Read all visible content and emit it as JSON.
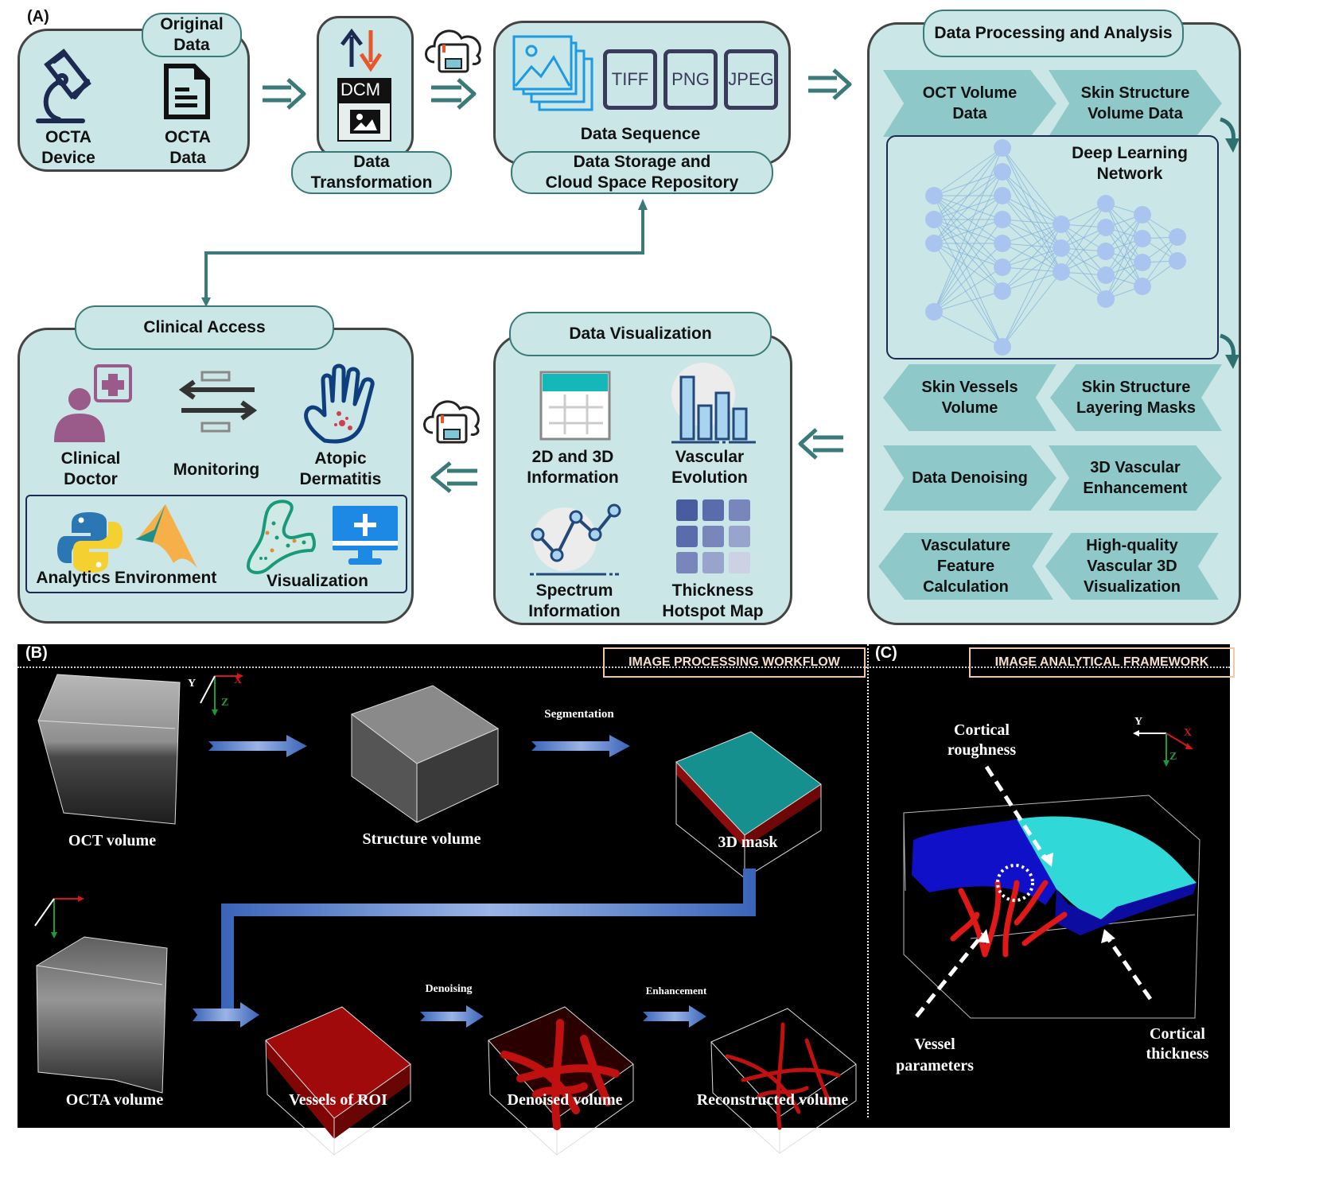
{
  "panel_a": {
    "label": "(A)",
    "original_data": {
      "tag": "Original\nData",
      "device_label": "OCTA\nDevice",
      "data_label": "OCTA\nData"
    },
    "transformation": {
      "file_badge": "DCM",
      "tag": "Data\nTransformation"
    },
    "storage": {
      "formats": [
        "TIFF",
        "PNG",
        "JPEG"
      ],
      "sequence_label": "Data Sequence",
      "tag": "Data Storage and\nCloud Space Repository"
    },
    "processing": {
      "title": "Data Processing and Analysis",
      "steps_row1": [
        "OCT Volume\nData",
        "Skin Structure\nVolume Data"
      ],
      "network_label": "Deep Learning\nNetwork",
      "steps_row2": [
        "Skin Vessels\nVolume",
        "Skin Structure\nLayering  Masks"
      ],
      "steps_row3": [
        "Data Denoising",
        "3D Vascular\nEnhancement"
      ],
      "steps_row4": [
        "Vasculature\nFeature\nCalculation",
        "High-quality\nVascular 3D\nVisualization"
      ]
    },
    "visualization": {
      "title": "Data Visualization",
      "items": [
        "2D and 3D\nInformation",
        "Vascular\nEvolution",
        "Spectrum\nInformation",
        "Thickness\nHotspot Map"
      ]
    },
    "clinical": {
      "title": "Clinical  Access",
      "items": [
        "Clinical\nDoctor",
        "Monitoring",
        "Atopic\nDermatitis"
      ],
      "tools": {
        "analytics": "Analytics",
        "environment": "Environment",
        "visualization": "Visualization"
      }
    },
    "colors": {
      "panel_fill": "#cbe6e6",
      "accent": "#3a7a78",
      "chevron": "#8fc8c8",
      "node": "#a9c4ee"
    }
  },
  "panel_b": {
    "label": "(B)",
    "header": "IMAGE PROCESSING WORKFLOW",
    "row1": [
      "OCT volume",
      "Structure volume",
      "3D mask"
    ],
    "row1_arrow_labels": [
      "",
      "Segmentation"
    ],
    "row2": [
      "OCTA volume",
      "Vessels of ROI",
      "Denoised volume",
      "Reconstructed volume"
    ],
    "row2_arrow_labels": [
      "Denoising",
      "Enhancement"
    ],
    "axes": {
      "x": "X",
      "y": "Y",
      "z": "Z"
    }
  },
  "panel_c": {
    "label": "(C)",
    "header": "IMAGE ANALYTICAL FRAMEWORK",
    "annotations": [
      "Cortical\nroughness",
      "Vessel\nparameters",
      "Cortical\nthickness"
    ],
    "axes": {
      "x": "X",
      "y": "Y",
      "z": "Z"
    }
  }
}
